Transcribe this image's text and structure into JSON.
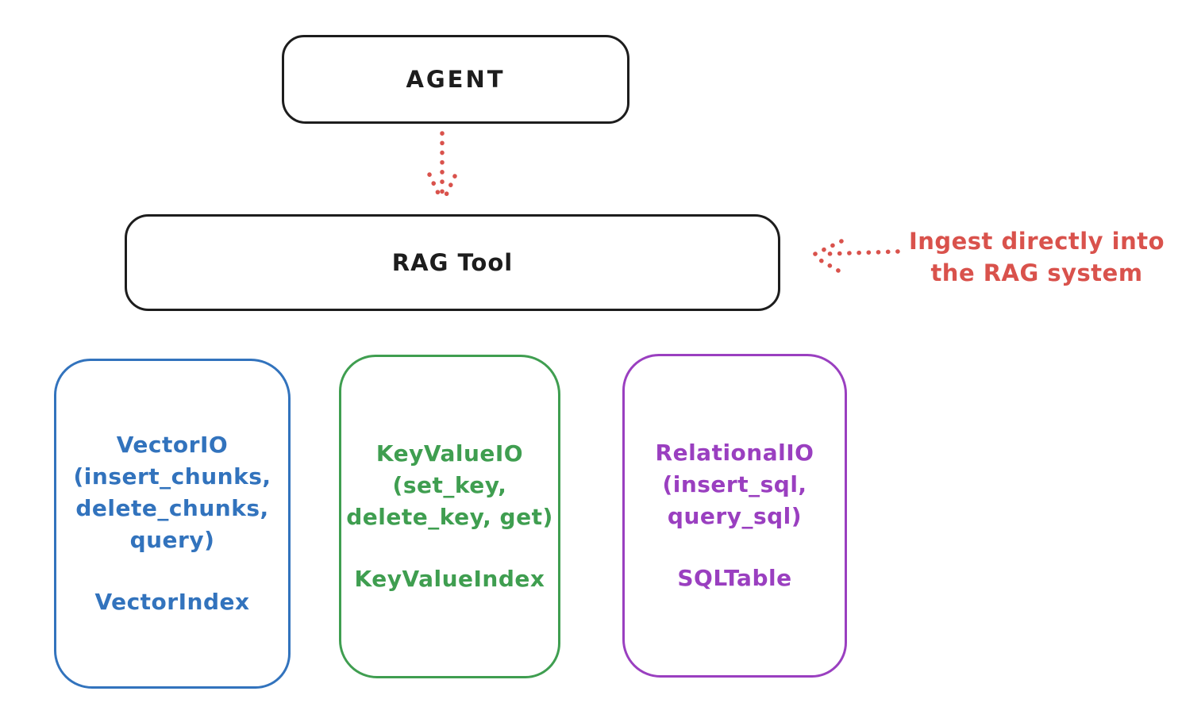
{
  "diagram": {
    "agent": {
      "label": "AGENT"
    },
    "rag_tool": {
      "label": "RAG Tool"
    },
    "annotation": {
      "line1": "Ingest directly into",
      "line2": "the RAG system"
    },
    "arrows": [
      {
        "name": "agent-to-rag-tool",
        "style": "dotted",
        "direction": "down"
      },
      {
        "name": "annotation-to-rag-tool",
        "style": "dotted",
        "direction": "left"
      }
    ],
    "stores": [
      {
        "title": "VectorIO",
        "methods": [
          "(insert_chunks,",
          "delete_chunks,",
          "query)"
        ],
        "index_label": "VectorIndex",
        "color": "#3273bd"
      },
      {
        "title": "KeyValueIO",
        "methods": [
          "(set_key,",
          "delete_key, get)"
        ],
        "index_label": "KeyValueIndex",
        "color": "#3f9e50"
      },
      {
        "title": "RelationalIO",
        "methods": [
          "(insert_sql,",
          "query_sql)"
        ],
        "index_label": "SQLTable",
        "color": "#9a3fc0"
      }
    ],
    "colors": {
      "ink": "#1d1d1d",
      "red": "#d9524c",
      "background": "#ffffff"
    }
  }
}
